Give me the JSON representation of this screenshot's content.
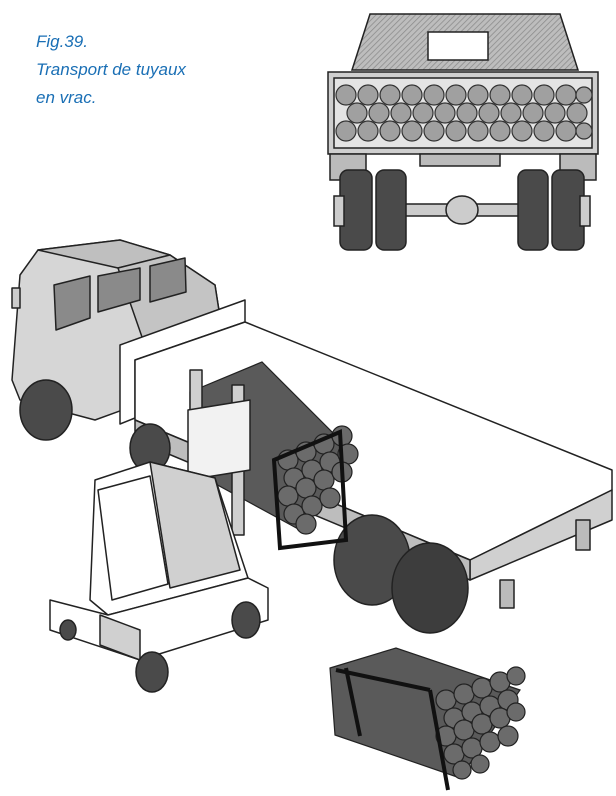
{
  "figure": {
    "caption_lines": [
      "Fig.39.",
      "Transport de tuyaux",
      "en vrac."
    ]
  },
  "colors": {
    "caption": "#1a6fb5",
    "truck_light": "#d8d8d8",
    "truck_mid": "#a8a8a8",
    "dark_pipe": "#5a5a5a",
    "tire": "#3c3c3c",
    "outline": "#222222",
    "white": "#ffffff"
  },
  "icons": [
    "truck-rear-view",
    "flatbed-truck",
    "forklift",
    "pipe-bundle"
  ]
}
